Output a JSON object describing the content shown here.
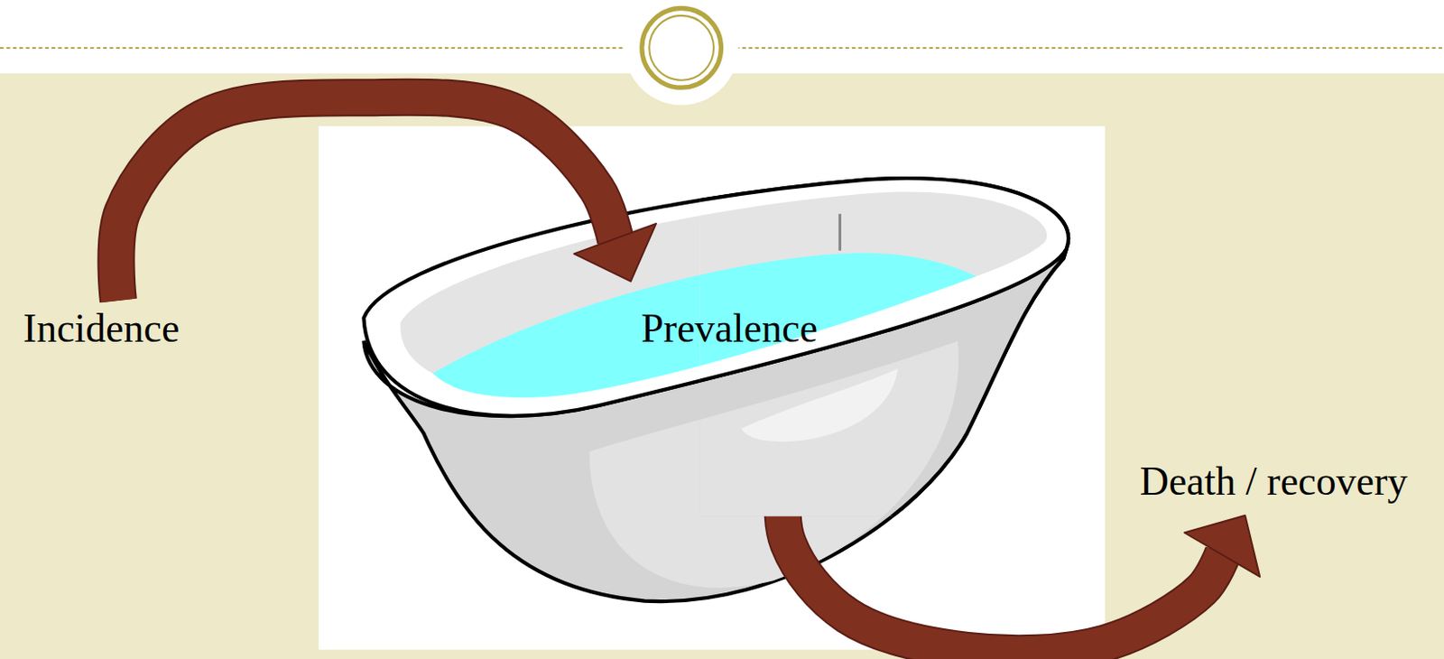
{
  "diagram": {
    "nodes": [
      {
        "text": [
          "Incidence"
        ]
      },
      {
        "text": [
          "Prevalence"
        ]
      },
      {
        "text": [
          "Death / recovery"
        ]
      }
    ],
    "edges": [
      {
        "from": 0,
        "to": 1,
        "arrow": "to"
      },
      {
        "from": 1,
        "to": 2,
        "arrow": "to"
      }
    ]
  }
}
